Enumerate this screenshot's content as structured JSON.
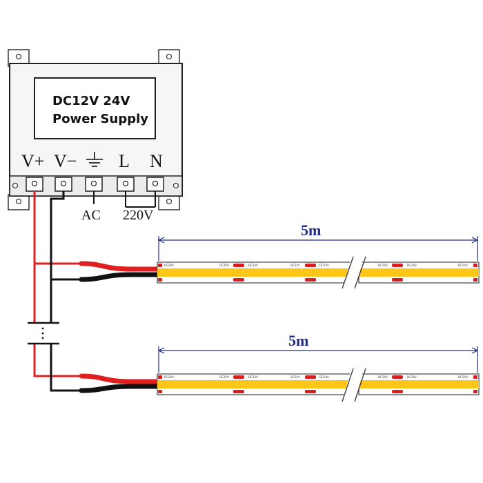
{
  "power_supply": {
    "line1": "DC12V 24V",
    "line2": "Power Supply",
    "terminals": [
      "V+",
      "V−",
      "",
      "L",
      "N"
    ],
    "ground_icon": "ground-symbol-icon"
  },
  "labels": {
    "ac": "AC",
    "voltage": "220V"
  },
  "strips": [
    {
      "length": "5m"
    },
    {
      "length": "5m"
    }
  ],
  "strip_marking": "DC24V",
  "colors": {
    "positive_wire": "#e02020",
    "negative_wire": "#111111",
    "strip_light": "#ffc61a",
    "pad": "#d62020",
    "dimension_line": "#1d2a8a"
  }
}
